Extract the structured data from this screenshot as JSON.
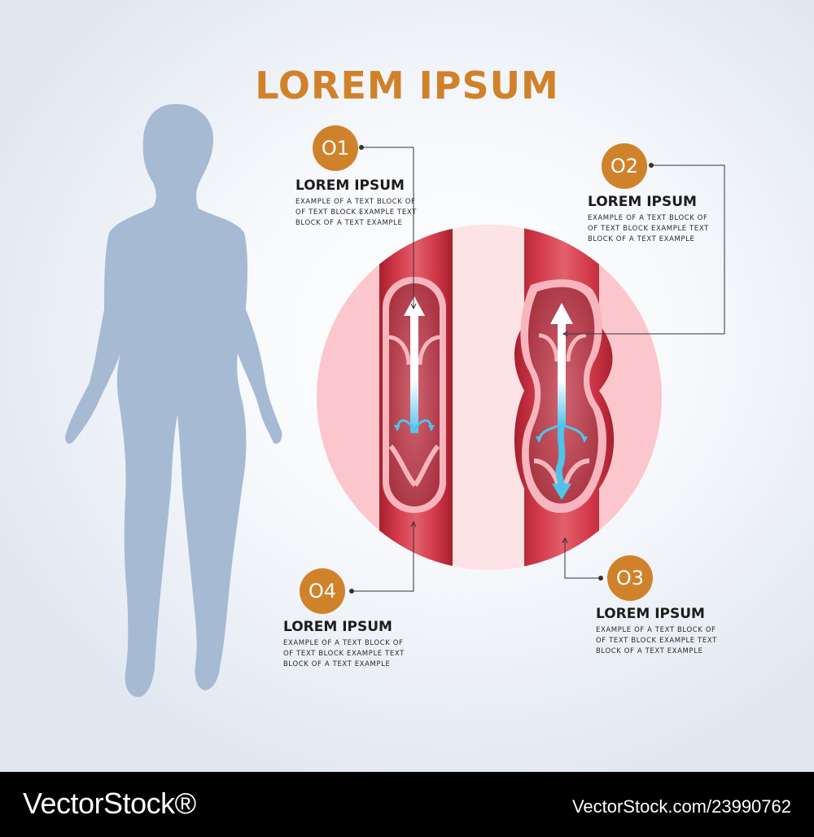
{
  "title": "LOREM IPSUM",
  "colors": {
    "accent": "#d0822a",
    "silhouette": "#a6bad4",
    "vein": "#d33a4a",
    "vein_dark": "#a8202e",
    "circle": "#fbc7cc",
    "flow": "#4fc3ea",
    "line": "#333333"
  },
  "callouts": [
    {
      "number": "O1",
      "heading": "LOREM IPSUM",
      "lines": [
        "EXAMPLE OF A TEXT BLOCK OF",
        "OF TEXT BLOCK EXAMPLE TEXT",
        "BLOCK OF A TEXT EXAMPLE"
      ]
    },
    {
      "number": "O2",
      "heading": "LOREM IPSUM",
      "lines": [
        "EXAMPLE OF A TEXT BLOCK OF",
        "OF TEXT BLOCK EXAMPLE TEXT",
        "BLOCK OF A TEXT EXAMPLE"
      ]
    },
    {
      "number": "O3",
      "heading": "LOREM IPSUM",
      "lines": [
        "EXAMPLE OF A TEXT BLOCK OF",
        "OF TEXT BLOCK EXAMPLE TEXT",
        "BLOCK OF A TEXT EXAMPLE"
      ]
    },
    {
      "number": "O4",
      "heading": "LOREM IPSUM",
      "lines": [
        "EXAMPLE OF A TEXT BLOCK OF",
        "OF TEXT BLOCK EXAMPLE TEXT",
        "BLOCK OF A TEXT EXAMPLE"
      ]
    }
  ],
  "footer": {
    "brand": "VectorStock®",
    "url": "VectorStock.com/23990762"
  }
}
